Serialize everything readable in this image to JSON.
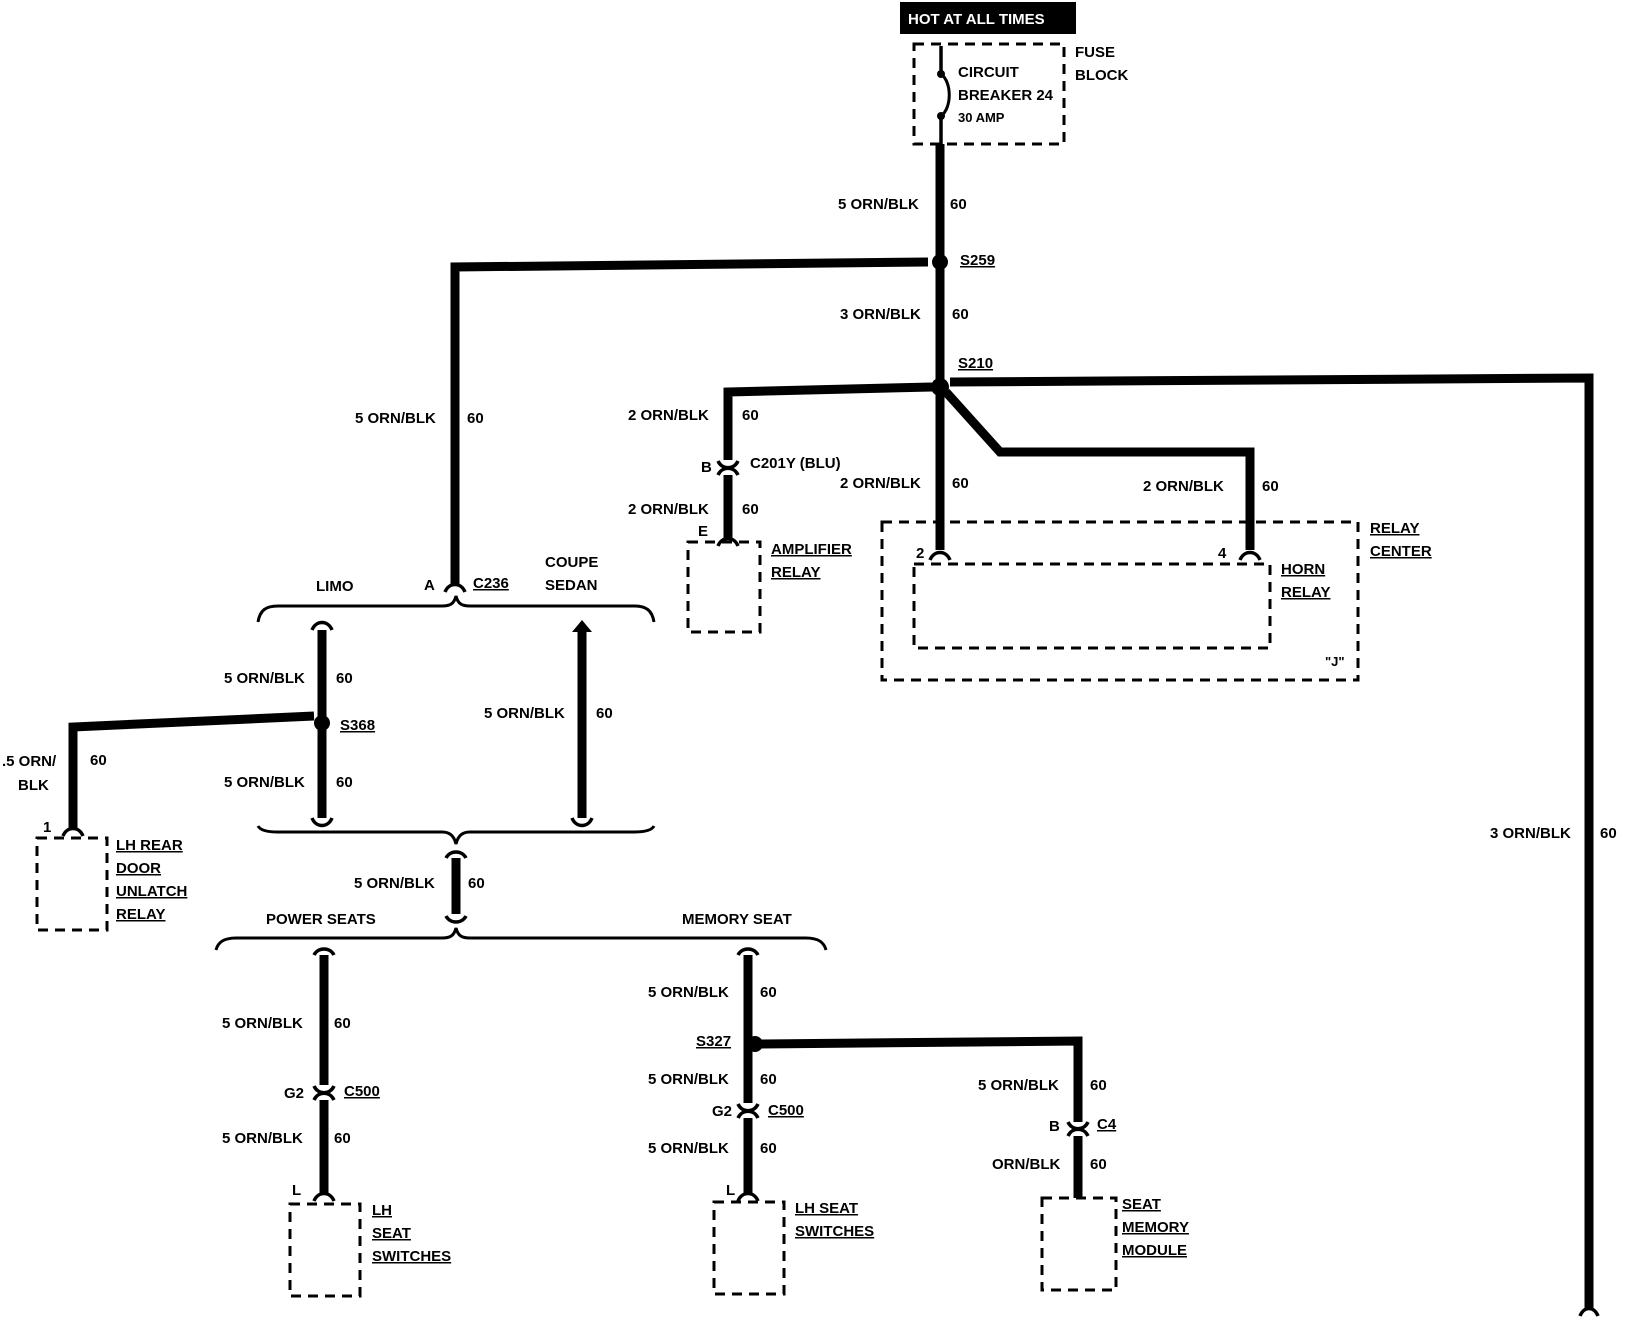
{
  "source": {
    "label": "HOT AT ALL TIMES"
  },
  "fuse_block": {
    "label_1": "FUSE",
    "label_2": "BLOCK",
    "breaker_1": "CIRCUIT",
    "breaker_2": "BREAKER 24",
    "rating": "30 AMP"
  },
  "splices": {
    "s259": "S259",
    "s210": "S210",
    "s368": "S368",
    "s327": "S327"
  },
  "connectors": {
    "c201": "C201Y (BLU)",
    "c201_pin": "B",
    "c236": "C236",
    "c236_pin": "A",
    "c500_left": "C500",
    "c500_left_pin": "G2",
    "c500_right": "C500",
    "c500_right_pin": "G2",
    "c4": "C4",
    "c4_pin": "B"
  },
  "wires": {
    "top": {
      "label": "5 ORN/BLK",
      "circuit": "60"
    },
    "mid": {
      "label": "3 ORN/BLK",
      "circuit": "60"
    },
    "left_riser": {
      "label": "5 ORN/BLK",
      "circuit": "60"
    },
    "amp_upper": {
      "label": "2 ORN/BLK",
      "circuit": "60"
    },
    "amp_lower": {
      "label": "2 ORN/BLK",
      "circuit": "60"
    },
    "horn_2": {
      "label": "2 ORN/BLK",
      "circuit": "60"
    },
    "horn_4": {
      "label": "2 ORN/BLK",
      "circuit": "60"
    },
    "right_long": {
      "label": "3 ORN/BLK",
      "circuit": "60"
    },
    "limo_upper": {
      "label": "5 ORN/BLK",
      "circuit": "60"
    },
    "limo_lower": {
      "label": "5 ORN/BLK",
      "circuit": "60"
    },
    "rear_door_1": {
      "label": ".5 ORN/",
      "label_2": "BLK",
      "circuit": "60"
    },
    "coupe": {
      "label": "5 ORN/BLK",
      "circuit": "60"
    },
    "center": {
      "label": "5 ORN/BLK",
      "circuit": "60"
    },
    "power_upper": {
      "label": "5 ORN/BLK",
      "circuit": "60"
    },
    "power_lower": {
      "label": "5 ORN/BLK",
      "circuit": "60"
    },
    "memory_top": {
      "label": "5 ORN/BLK",
      "circuit": "60"
    },
    "memory_mid": {
      "label": "5 ORN/BLK",
      "circuit": "60"
    },
    "memory_low": {
      "label": "5 ORN/BLK",
      "circuit": "60"
    },
    "module_upper": {
      "label": "5 ORN/BLK",
      "circuit": "60"
    },
    "module_lower": {
      "label": "ORN/BLK",
      "circuit": "60"
    }
  },
  "options": {
    "limo": "LIMO",
    "coupe_1": "COUPE",
    "coupe_2": "SEDAN",
    "power_seats": "POWER SEATS",
    "memory_seat": "MEMORY SEAT"
  },
  "components": {
    "amplifier_relay": {
      "pin": "E",
      "line_1": "AMPLIFIER",
      "line_2": "RELAY"
    },
    "relay_center": {
      "line_1": "RELAY",
      "line_2": "CENTER",
      "mark": "\"J\""
    },
    "horn_relay": {
      "pin_a": "2",
      "pin_b": "4",
      "line_1": "HORN",
      "line_2": "RELAY"
    },
    "lh_rear_door": {
      "pin": "1",
      "line_1": "LH REAR",
      "line_2": "DOOR",
      "line_3": "UNLATCH",
      "line_4": "RELAY"
    },
    "lh_seat_switches_power": {
      "pin": "L",
      "line_1": "LH",
      "line_2": "SEAT",
      "line_3": "SWITCHES"
    },
    "lh_seat_switches_memory": {
      "pin": "L",
      "line_1": "LH SEAT",
      "line_2": "SWITCHES"
    },
    "seat_memory_module": {
      "line_1": "SEAT",
      "line_2": "MEMORY",
      "line_3": "MODULE"
    }
  }
}
